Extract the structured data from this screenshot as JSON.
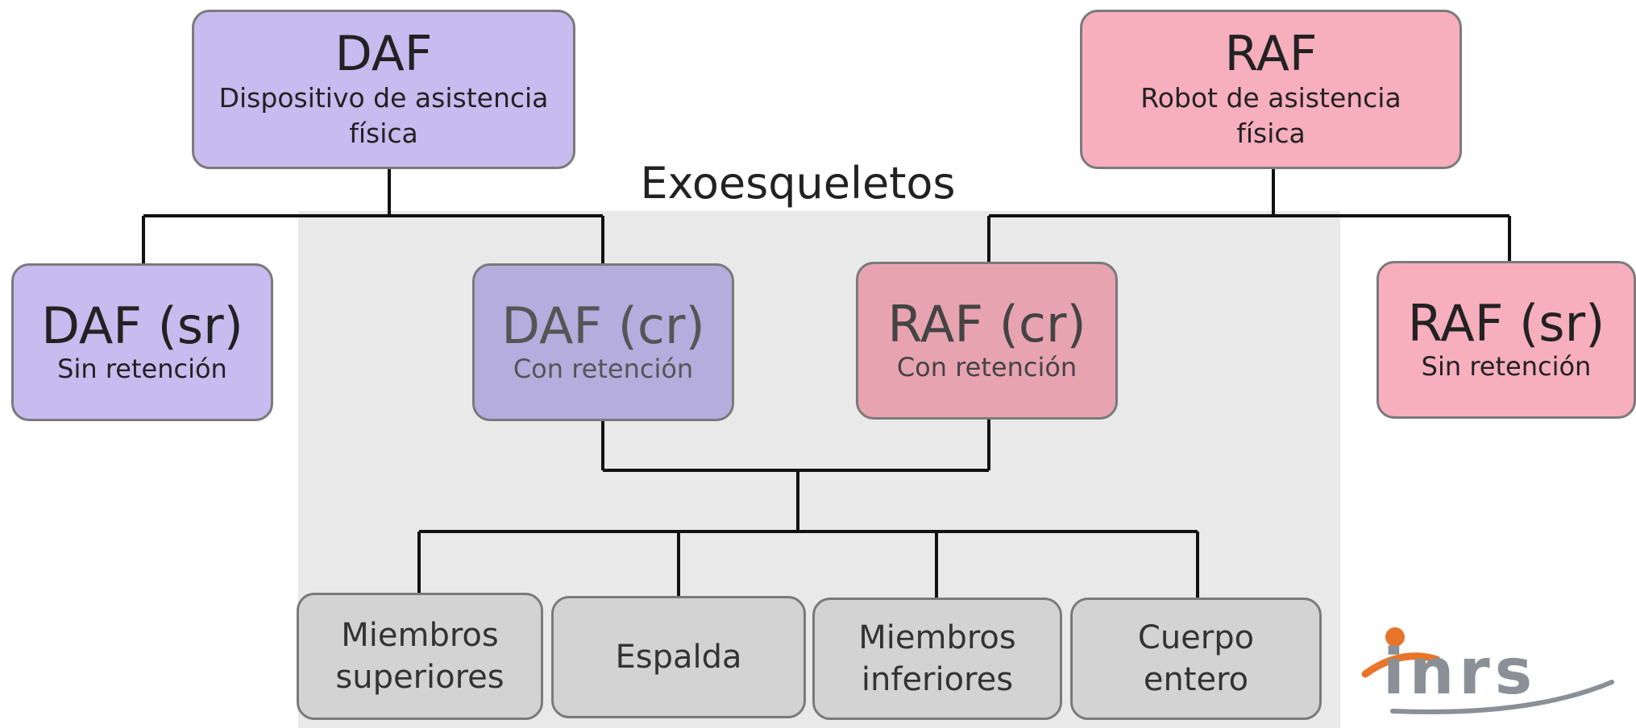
{
  "center_title": "Exoesqueletos",
  "daf": {
    "title": "DAF",
    "subtitle": "Dispositivo de asistencia física"
  },
  "raf": {
    "title": "RAF",
    "subtitle": "Robot de asistencia física"
  },
  "daf_sr": {
    "title": "DAF (sr)",
    "subtitle": "Sin retención"
  },
  "daf_cr": {
    "title": "DAF (cr)",
    "subtitle": "Con retención"
  },
  "raf_cr": {
    "title": "RAF (cr)",
    "subtitle": "Con retención"
  },
  "raf_sr": {
    "title": "RAF (sr)",
    "subtitle": "Sin retención"
  },
  "categories": [
    {
      "line1": "Miembros",
      "line2": "superiores"
    },
    {
      "line1": "Espalda",
      "line2": ""
    },
    {
      "line1": "Miembros",
      "line2": "inferiores"
    },
    {
      "line1": "Cuerpo",
      "line2": "entero"
    }
  ],
  "logo": {
    "text": "inrs",
    "accent_color": "#e8742a",
    "text_color": "#8a9096"
  },
  "colors": {
    "daf": "#c7bbef",
    "raf": "#f7aebd",
    "category": "#d3d3d3",
    "shade": "#e9e9e9"
  }
}
